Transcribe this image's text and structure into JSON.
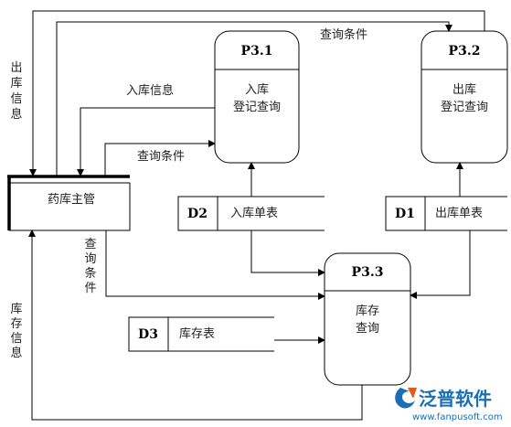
{
  "processes": {
    "p31": {
      "id": "P3.1",
      "line1": "入库",
      "line2": "登记查询"
    },
    "p32": {
      "id": "P3.2",
      "line1": "出库",
      "line2": "登记查询"
    },
    "p33": {
      "id": "P3.3",
      "line1": "库存",
      "line2": "查询"
    }
  },
  "entity": {
    "label": "药库主管"
  },
  "stores": {
    "d2": {
      "id": "D2",
      "label": "入库单表"
    },
    "d1": {
      "id": "D1",
      "label": "出库单表"
    },
    "d3": {
      "id": "D3",
      "label": "库存表"
    }
  },
  "flows": {
    "outbound_info_v": [
      "出",
      "库",
      "信",
      "息"
    ],
    "query_condition_top": "查询条件",
    "inbound_info": "入库信息",
    "query_condition_mid": "查询条件",
    "query_condition_v": [
      "查",
      "询",
      "条",
      "件"
    ],
    "stock_info_v": [
      "库",
      "存",
      "信",
      "息"
    ]
  },
  "watermark": {
    "brand": "泛普软件",
    "url": "www.fanpusoft.com"
  }
}
